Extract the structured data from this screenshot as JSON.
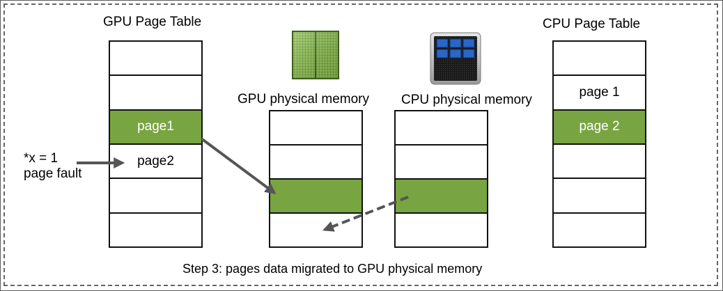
{
  "colors": {
    "highlight": "#79a442",
    "arrow": "#555555"
  },
  "gpu_page_table": {
    "title": "GPU Page Table",
    "rows": [
      "",
      "",
      "page1",
      "page2",
      "",
      ""
    ],
    "highlighted_row": 2
  },
  "gpu_physical_memory": {
    "title": "GPU physical memory",
    "icon": "gpu-chip-icon",
    "rows": [
      "",
      "",
      "",
      ""
    ],
    "highlighted_row": 2
  },
  "cpu_physical_memory": {
    "title": "CPU physical memory",
    "icon": "cpu-chip-icon",
    "rows": [
      "",
      "",
      "",
      ""
    ],
    "highlighted_row": 2
  },
  "cpu_page_table": {
    "title": "CPU Page Table",
    "rows": [
      "",
      "page 1",
      "page 2",
      "",
      "",
      ""
    ],
    "highlighted_row": 2
  },
  "fault_label": {
    "line1": "*x = 1",
    "line2": "page fault"
  },
  "caption": "Step 3: pages data migrated to GPU physical memory"
}
